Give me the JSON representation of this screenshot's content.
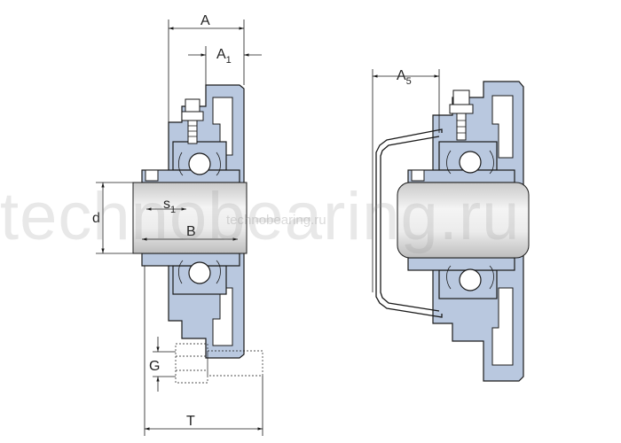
{
  "labels": {
    "A": "A",
    "A1_main": "A",
    "A1_sub": "1",
    "A5_main": "A",
    "A5_sub": "5",
    "s1_main": "s",
    "s1_sub": "1",
    "B": "B",
    "d": "d",
    "G": "G",
    "T": "T"
  },
  "watermark": {
    "big": "technobearing.ru",
    "small": "technobearing.ru"
  },
  "colors": {
    "housing": "#b9c8df",
    "outline": "#1a1a1a",
    "shaft_light": "#f2f2f2",
    "shaft_dark": "#c4c4c4"
  }
}
